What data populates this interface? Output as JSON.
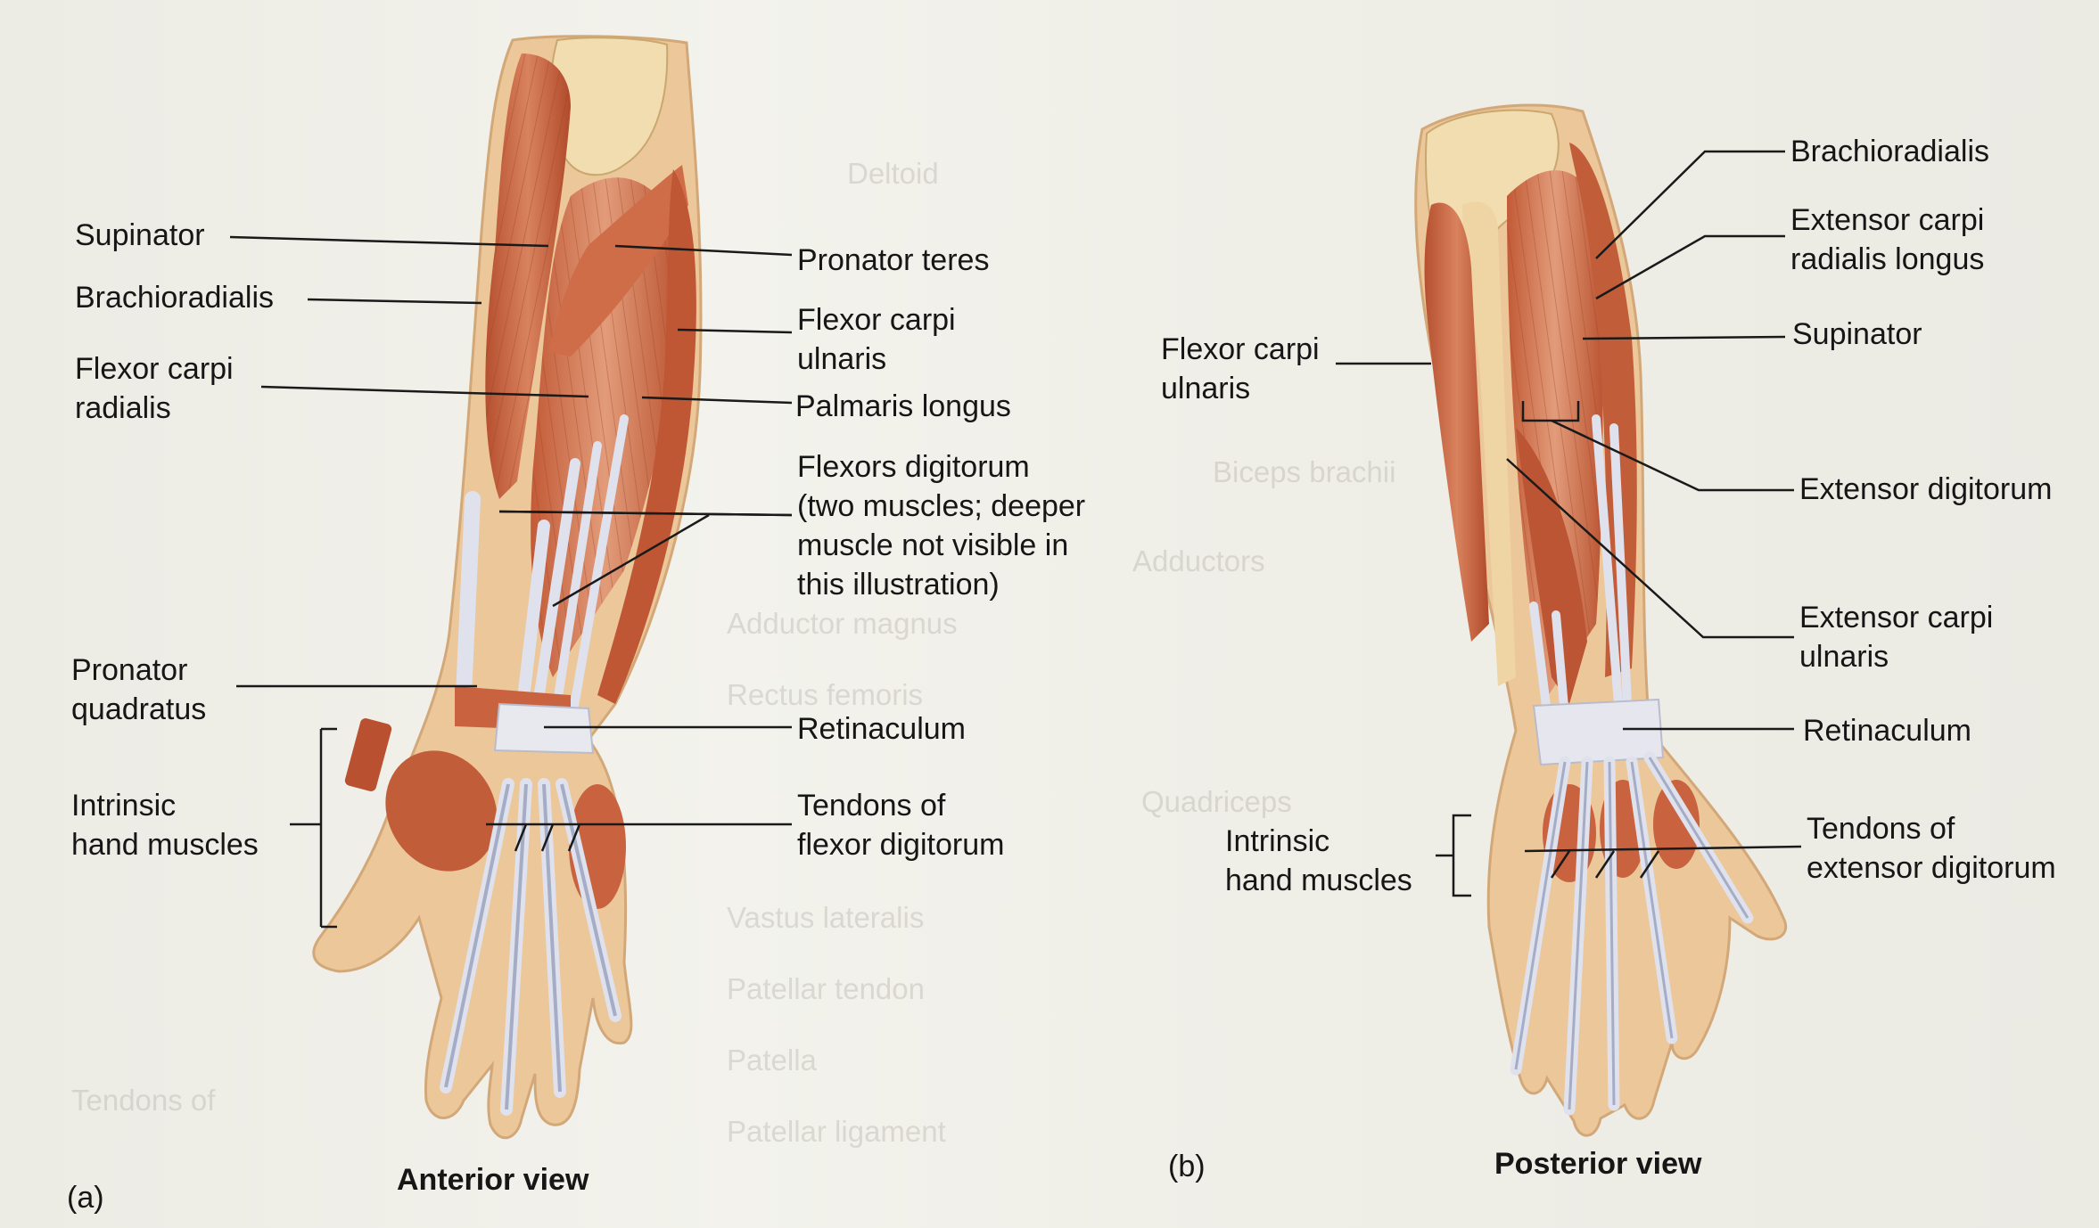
{
  "panel_a": {
    "letter": "(a)",
    "caption": "Anterior view",
    "labels": {
      "supinator": "Supinator",
      "brachioradialis": "Brachioradialis",
      "flexor_carpi_radialis_1": "Flexor carpi",
      "flexor_carpi_radialis_2": "radialis",
      "pronator_teres": "Pronator teres",
      "flexor_carpi_ulnaris_1": "Flexor carpi",
      "flexor_carpi_ulnaris_2": "ulnaris",
      "palmaris_longus": "Palmaris longus",
      "flexors_digitorum_1": "Flexors digitorum",
      "flexors_digitorum_2": "(two muscles; deeper",
      "flexors_digitorum_3": "muscle not visible in",
      "flexors_digitorum_4": "this illustration)",
      "pronator_quadratus_1": "Pronator",
      "pronator_quadratus_2": "quadratus",
      "retinaculum": "Retinaculum",
      "intrinsic_1": "Intrinsic",
      "intrinsic_2": "hand muscles",
      "tendons_1": "Tendons of",
      "tendons_2": "flexor digitorum"
    }
  },
  "panel_b": {
    "letter": "(b)",
    "caption": "Posterior view",
    "labels": {
      "brachioradialis": "Brachioradialis",
      "ecrl_1": "Extensor carpi",
      "ecrl_2": "radialis longus",
      "supinator": "Supinator",
      "flexor_carpi_ulnaris_1": "Flexor carpi",
      "flexor_carpi_ulnaris_2": "ulnaris",
      "extensor_digitorum": "Extensor digitorum",
      "ecu_1": "Extensor carpi",
      "ecu_2": "ulnaris",
      "retinaculum": "Retinaculum",
      "intrinsic_1": "Intrinsic",
      "intrinsic_2": "hand muscles",
      "tendons_1": "Tendons of",
      "tendons_2": "extensor digitorum"
    }
  },
  "colors": {
    "muscle": "#c8623f",
    "muscle_light": "#e19a78",
    "skin": "#ecc79a",
    "tendon": "#dfe1ec",
    "bone": "#f1ddb0",
    "leader": "#1a1a1a"
  }
}
